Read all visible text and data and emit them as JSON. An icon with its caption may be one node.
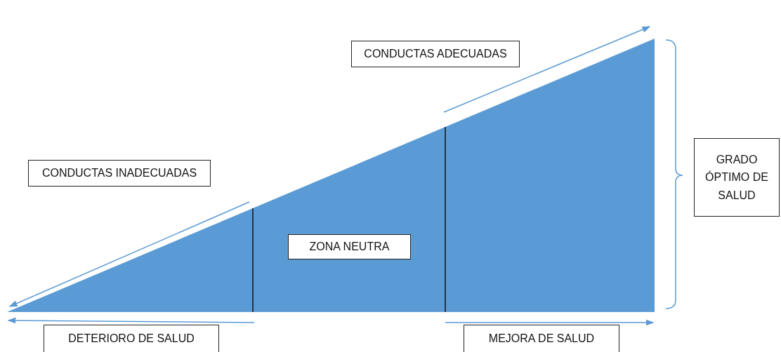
{
  "diagram": {
    "nodes": [
      {
        "text": [
          "CONDUCTAS INADECUADAS"
        ]
      },
      {
        "text": [
          "CONDUCTAS ADECUADAS"
        ]
      },
      {
        "text": [
          "ZONA NEUTRA"
        ]
      },
      {
        "text": [
          "GRADO ÓPTIMO DE SALUD"
        ]
      },
      {
        "text": [
          "DETERIORO DE SALUD"
        ]
      },
      {
        "text": [
          "MEJORA DE SALUD"
        ]
      }
    ],
    "edges": []
  }
}
